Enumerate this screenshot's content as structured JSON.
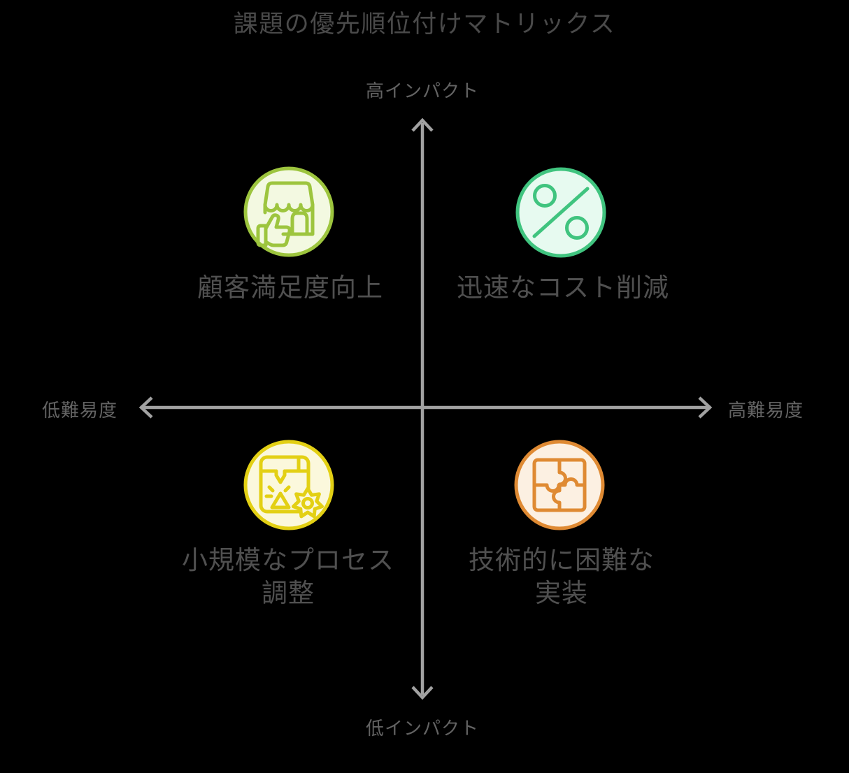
{
  "title": "課題の優先順位付けマトリックス",
  "axes": {
    "top": "高インパクト",
    "bottom": "低インパクト",
    "left": "低難易度",
    "right": "高難易度",
    "arrow_color": "#a2a2a2"
  },
  "quadrants": [
    {
      "position": "top-left",
      "label": "顧客満足度向上",
      "icon": "storefront-thumbs-up-icon",
      "stroke": "#9dc53e",
      "fill": "#f3f9e1"
    },
    {
      "position": "top-right",
      "label": "迅速なコスト削減",
      "icon": "percent-discount-icon",
      "stroke": "#40c47f",
      "fill": "#e7faf0"
    },
    {
      "position": "bottom-left",
      "label": "小規模なプロセス調整",
      "label_lines": [
        "小規模なプロセス",
        "調整"
      ],
      "icon": "3d-printer-gear-icon",
      "stroke": "#e3d014",
      "fill": "#fbf8dc"
    },
    {
      "position": "bottom-right",
      "label": "技術的に困難な実装",
      "label_lines": [
        "技術的に困難な",
        "実装"
      ],
      "icon": "puzzle-pieces-icon",
      "stroke": "#df8a33",
      "fill": "#fcf0e2"
    }
  ],
  "colors": {
    "background": "#000000",
    "title_text": "#4a4a4a",
    "quadrant_text": "#505050",
    "axis_text": "#636363"
  }
}
